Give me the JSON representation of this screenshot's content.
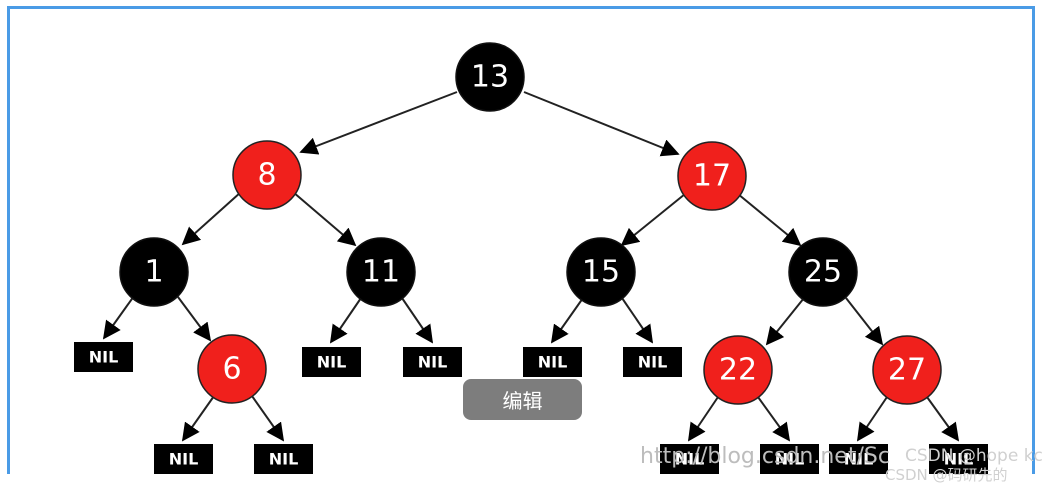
{
  "tree": {
    "nodes": [
      {
        "id": "n13",
        "label": "13",
        "color": "black"
      },
      {
        "id": "n8",
        "label": "8",
        "color": "red"
      },
      {
        "id": "n17",
        "label": "17",
        "color": "red"
      },
      {
        "id": "n1",
        "label": "1",
        "color": "black"
      },
      {
        "id": "n11",
        "label": "11",
        "color": "black"
      },
      {
        "id": "n15",
        "label": "15",
        "color": "black"
      },
      {
        "id": "n25",
        "label": "25",
        "color": "black"
      },
      {
        "id": "n6",
        "label": "6",
        "color": "red"
      },
      {
        "id": "n22",
        "label": "22",
        "color": "red"
      },
      {
        "id": "n27",
        "label": "27",
        "color": "red"
      }
    ],
    "nil_label": "NIL",
    "colors": {
      "black": "#000000",
      "red": "#f0201c",
      "frame": "#4a9be6"
    }
  },
  "edit_button_label": "编辑",
  "watermarks": {
    "url": "http://blog.csdn.net/Sc",
    "csdn": "CSDN @hope kc",
    "csdn2": "CSDN @码研先的"
  }
}
